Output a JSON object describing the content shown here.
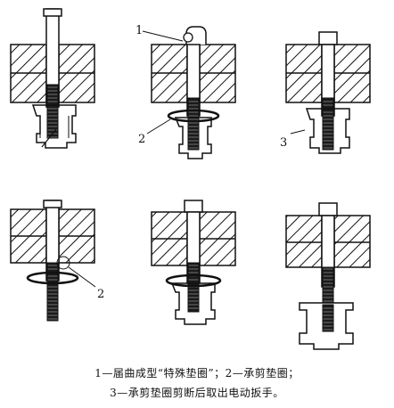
{
  "figure": {
    "callouts": {
      "one": "1",
      "two": "2",
      "three": "3"
    },
    "caption_line1": "1—届曲成型“特殊垫圈”；2—承剪垫圈；",
    "caption_line2": "3—承剪垫圈剪断后取出电动扳手。"
  }
}
